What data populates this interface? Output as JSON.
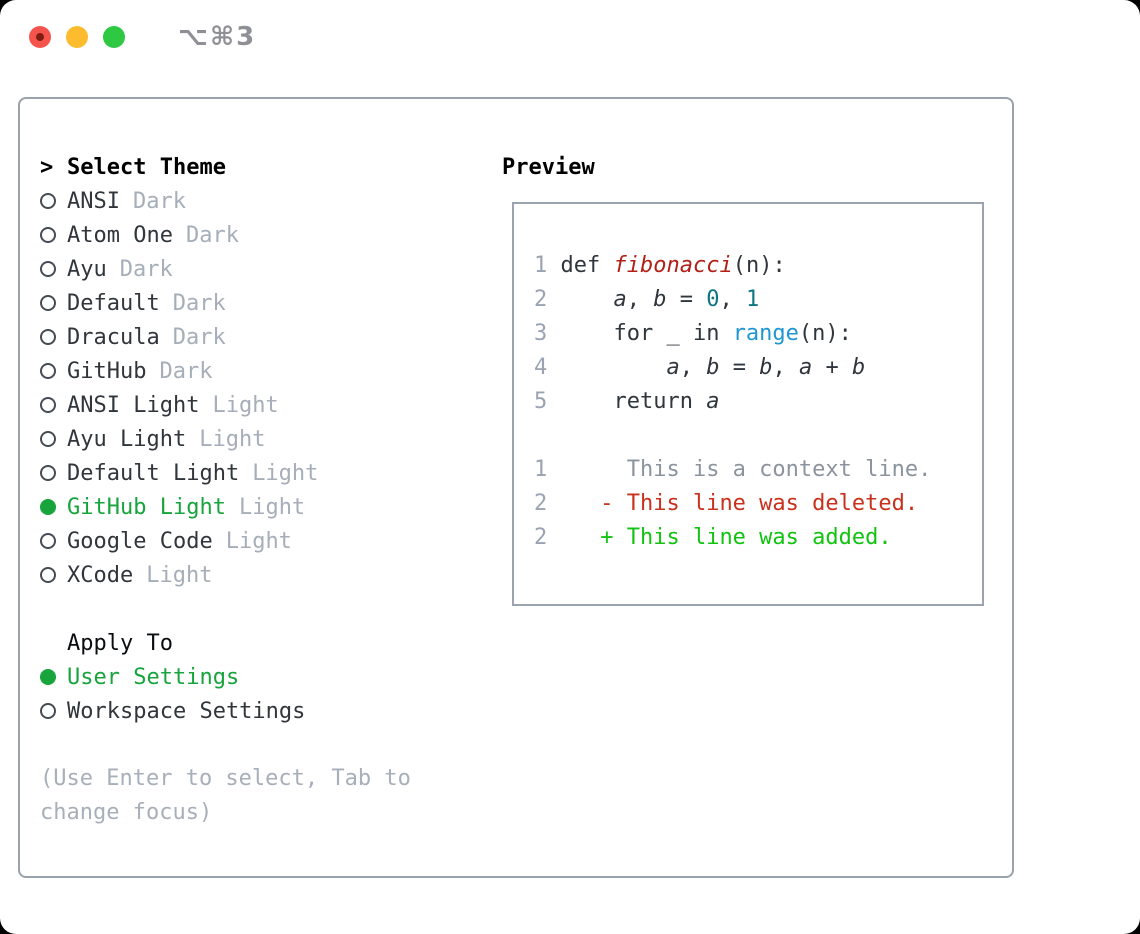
{
  "window": {
    "title": "⌥⌘3"
  },
  "traffic_lights": [
    {
      "name": "close-button",
      "color": "#f5544d",
      "inner_dot": "#7e1d14"
    },
    {
      "name": "minimize-button",
      "color": "#fcbc2e",
      "inner_dot": null
    },
    {
      "name": "zoom-button",
      "color": "#2ec843",
      "inner_dot": null
    }
  ],
  "theme_panel": {
    "prompt": ">",
    "title": "Select Theme",
    "items": [
      {
        "name": "ANSI",
        "tag": "Dark",
        "selected": false
      },
      {
        "name": "Atom One",
        "tag": "Dark",
        "selected": false
      },
      {
        "name": "Ayu",
        "tag": "Dark",
        "selected": false
      },
      {
        "name": "Default",
        "tag": "Dark",
        "selected": false
      },
      {
        "name": "Dracula",
        "tag": "Dark",
        "selected": false
      },
      {
        "name": "GitHub",
        "tag": "Dark",
        "selected": false
      },
      {
        "name": "ANSI Light",
        "tag": "Light",
        "selected": false
      },
      {
        "name": "Ayu Light",
        "tag": "Light",
        "selected": false
      },
      {
        "name": "Default Light",
        "tag": "Light",
        "selected": false
      },
      {
        "name": "GitHub Light",
        "tag": "Light",
        "selected": true
      },
      {
        "name": "Google Code",
        "tag": "Light",
        "selected": false
      },
      {
        "name": "XCode",
        "tag": "Light",
        "selected": false
      }
    ],
    "apply_to": {
      "title": "Apply To",
      "options": [
        {
          "label": "User Settings",
          "selected": true
        },
        {
          "label": "Workspace Settings",
          "selected": false
        }
      ]
    },
    "help_lines": [
      "(Use Enter to select, Tab to",
      "change focus)"
    ]
  },
  "preview": {
    "title": "Preview",
    "lines": [
      [
        {
          "t": "1 ",
          "c": "num"
        },
        {
          "t": "def ",
          "c": "txt"
        },
        {
          "t": "fibonacci",
          "c": "red",
          "i": true
        },
        {
          "t": "(n):",
          "c": "txt"
        }
      ],
      [
        {
          "t": "2 ",
          "c": "num"
        },
        {
          "t": "    ",
          "c": "txt"
        },
        {
          "t": "a",
          "c": "txt",
          "i": true
        },
        {
          "t": ", ",
          "c": "txt"
        },
        {
          "t": "b",
          "c": "txt",
          "i": true
        },
        {
          "t": " = ",
          "c": "txt"
        },
        {
          "t": "0",
          "c": "teal"
        },
        {
          "t": ", ",
          "c": "txt"
        },
        {
          "t": "1",
          "c": "teal"
        }
      ],
      [
        {
          "t": "3 ",
          "c": "num"
        },
        {
          "t": "    for _ in ",
          "c": "txt"
        },
        {
          "t": "range",
          "c": "blue"
        },
        {
          "t": "(n):",
          "c": "txt"
        }
      ],
      [
        {
          "t": "4 ",
          "c": "num"
        },
        {
          "t": "        ",
          "c": "txt"
        },
        {
          "t": "a",
          "c": "txt",
          "i": true
        },
        {
          "t": ", ",
          "c": "txt"
        },
        {
          "t": "b",
          "c": "txt",
          "i": true
        },
        {
          "t": " = ",
          "c": "txt"
        },
        {
          "t": "b",
          "c": "txt",
          "i": true
        },
        {
          "t": ", ",
          "c": "txt"
        },
        {
          "t": "a",
          "c": "txt",
          "i": true
        },
        {
          "t": " + ",
          "c": "txt"
        },
        {
          "t": "b",
          "c": "txt",
          "i": true
        }
      ],
      [
        {
          "t": "5 ",
          "c": "num"
        },
        {
          "t": "    return ",
          "c": "txt"
        },
        {
          "t": "a",
          "c": "txt",
          "i": true
        }
      ],
      [],
      [
        {
          "t": "1 ",
          "c": "num"
        },
        {
          "t": "     This is a context line.",
          "c": "ctx"
        }
      ],
      [
        {
          "t": "2 ",
          "c": "num"
        },
        {
          "t": "   - This line was deleted.",
          "c": "del"
        }
      ],
      [
        {
          "t": "2 ",
          "c": "num"
        },
        {
          "t": "   + This line was added.",
          "c": "add"
        }
      ]
    ]
  },
  "colors": {
    "selected_green": "#17a43c",
    "theme_tag_gray": "#a5aeb9",
    "panel_border": "#9aa2ac",
    "help_gray": "#a7afba",
    "code_text": "#2f363d",
    "code_line_number": "#9aa3b2",
    "code_function_red": "#b22018",
    "code_number_teal": "#0d7680",
    "code_builtin_blue": "#1e96d2",
    "diff_context_gray": "#8b949e",
    "diff_deleted_red": "#c9311d",
    "diff_added_green": "#12c312"
  }
}
